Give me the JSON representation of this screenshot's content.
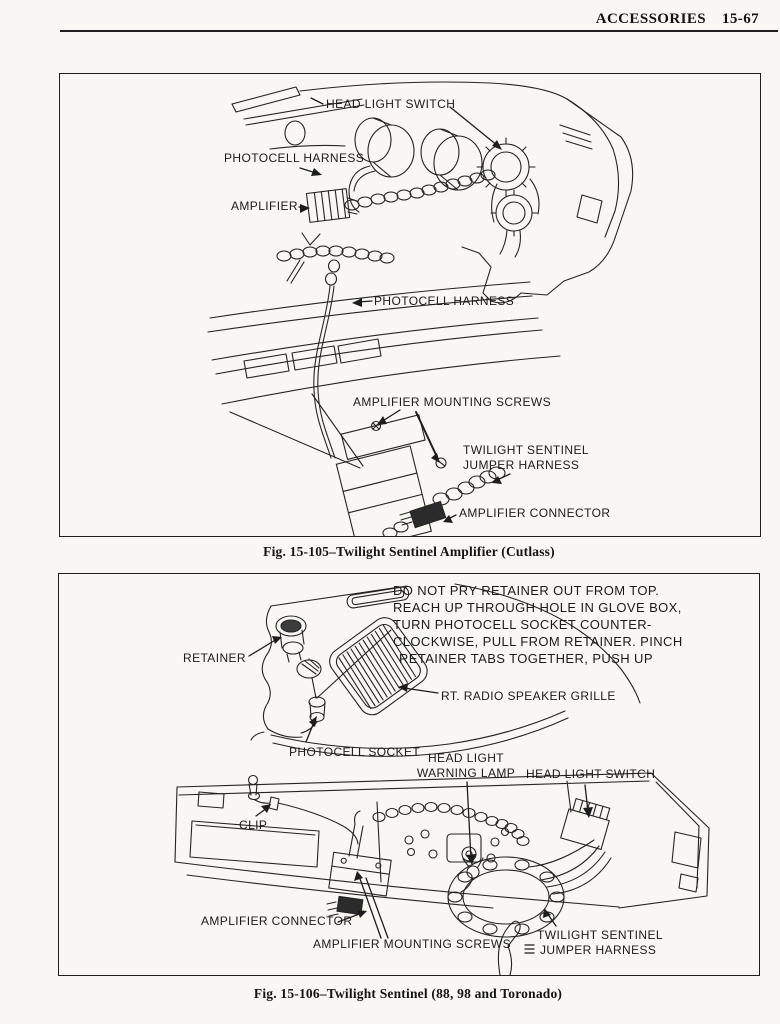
{
  "header": {
    "section": "ACCESSORIES",
    "page": "15-67"
  },
  "fig1": {
    "caption": "Fig. 15-105–Twilight Sentinel Amplifier (Cutlass)",
    "labels": {
      "head_light_switch": "HEAD LIGHT SWITCH",
      "photocell_harness_top": "PHOTOCELL HARNESS",
      "amplifier": "AMPLIFIER",
      "photocell_harness_mid": "PHOTOCELL HARNESS",
      "amplifier_mounting_screws": "AMPLIFIER MOUNTING SCREWS",
      "jumper_harness_line1": "TWILIGHT SENTINEL",
      "jumper_harness_line2": "JUMPER HARNESS",
      "amplifier_connector": "AMPLIFIER CONNECTOR"
    }
  },
  "fig2": {
    "caption": "Fig. 15-106–Twilight Sentinel (88, 98 and Toronado)",
    "note": [
      "DO NOT PRY RETAINER OUT FROM TOP.",
      "REACH UP THROUGH HOLE IN GLOVE BOX,",
      "TURN PHOTOCELL SOCKET COUNTER-",
      "CLOCKWISE, PULL FROM RETAINER. PINCH",
      "RETAINER TABS TOGETHER, PUSH UP"
    ],
    "labels": {
      "retainer": "RETAINER",
      "speaker_grille": "RT. RADIO SPEAKER GRILLE",
      "photocell_socket": "PHOTOCELL SOCKET",
      "warning_lamp_line1": "HEAD LIGHT",
      "warning_lamp_line2": "WARNING LAMP",
      "head_light_switch": "HEAD LIGHT SWITCH",
      "clip": "CLIP",
      "amplifier_connector": "AMPLIFIER CONNECTOR",
      "amplifier_mounting_screws": "AMPLIFIER MOUNTING SCREWS",
      "jumper_harness_line1": "TWILIGHT SENTINEL",
      "jumper_harness_line2": "JUMPER HARNESS"
    }
  },
  "colors": {
    "ink": "#242424",
    "paper": "#f8f7f3"
  }
}
